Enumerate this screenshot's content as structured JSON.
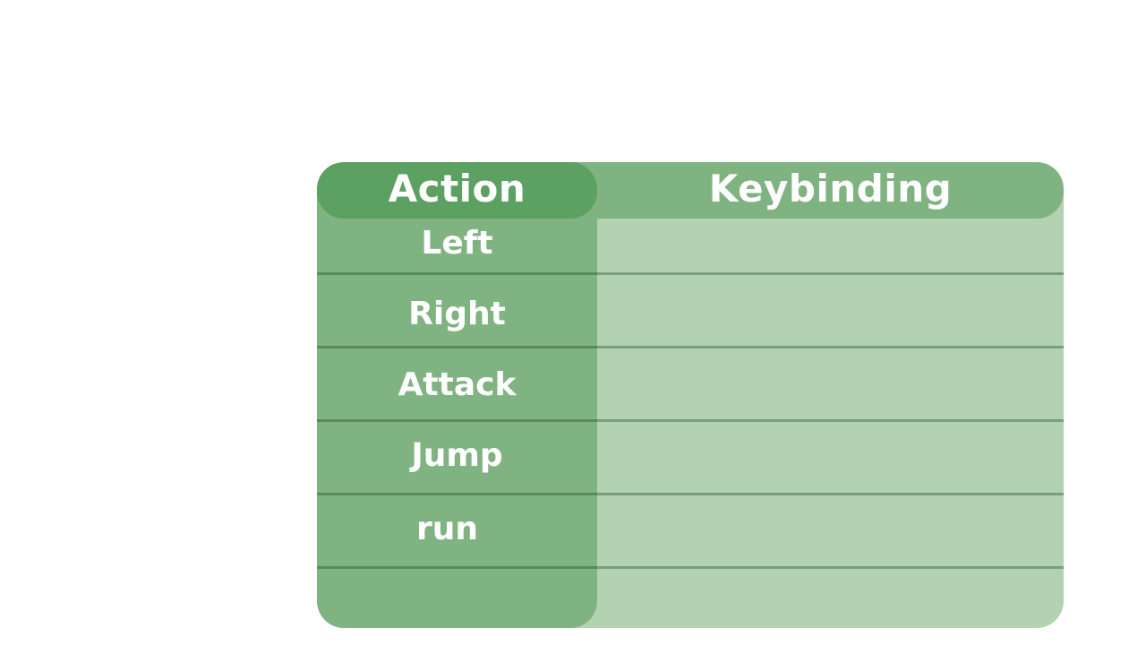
{
  "table": {
    "headers": {
      "action": "Action",
      "keybinding": "Keybinding"
    },
    "rows": [
      {
        "action": "Left",
        "keybinding": ""
      },
      {
        "action": "Right",
        "keybinding": ""
      },
      {
        "action": "Attack",
        "keybinding": ""
      },
      {
        "action": "Jump",
        "keybinding": ""
      },
      {
        "action": "run",
        "keybinding": ""
      }
    ]
  },
  "colors": {
    "panel_background": "#b2d2b2",
    "action_column": "#80b382",
    "header_action": "#5ca062",
    "text": "#ffffff",
    "divider": "#5a8a5c"
  }
}
